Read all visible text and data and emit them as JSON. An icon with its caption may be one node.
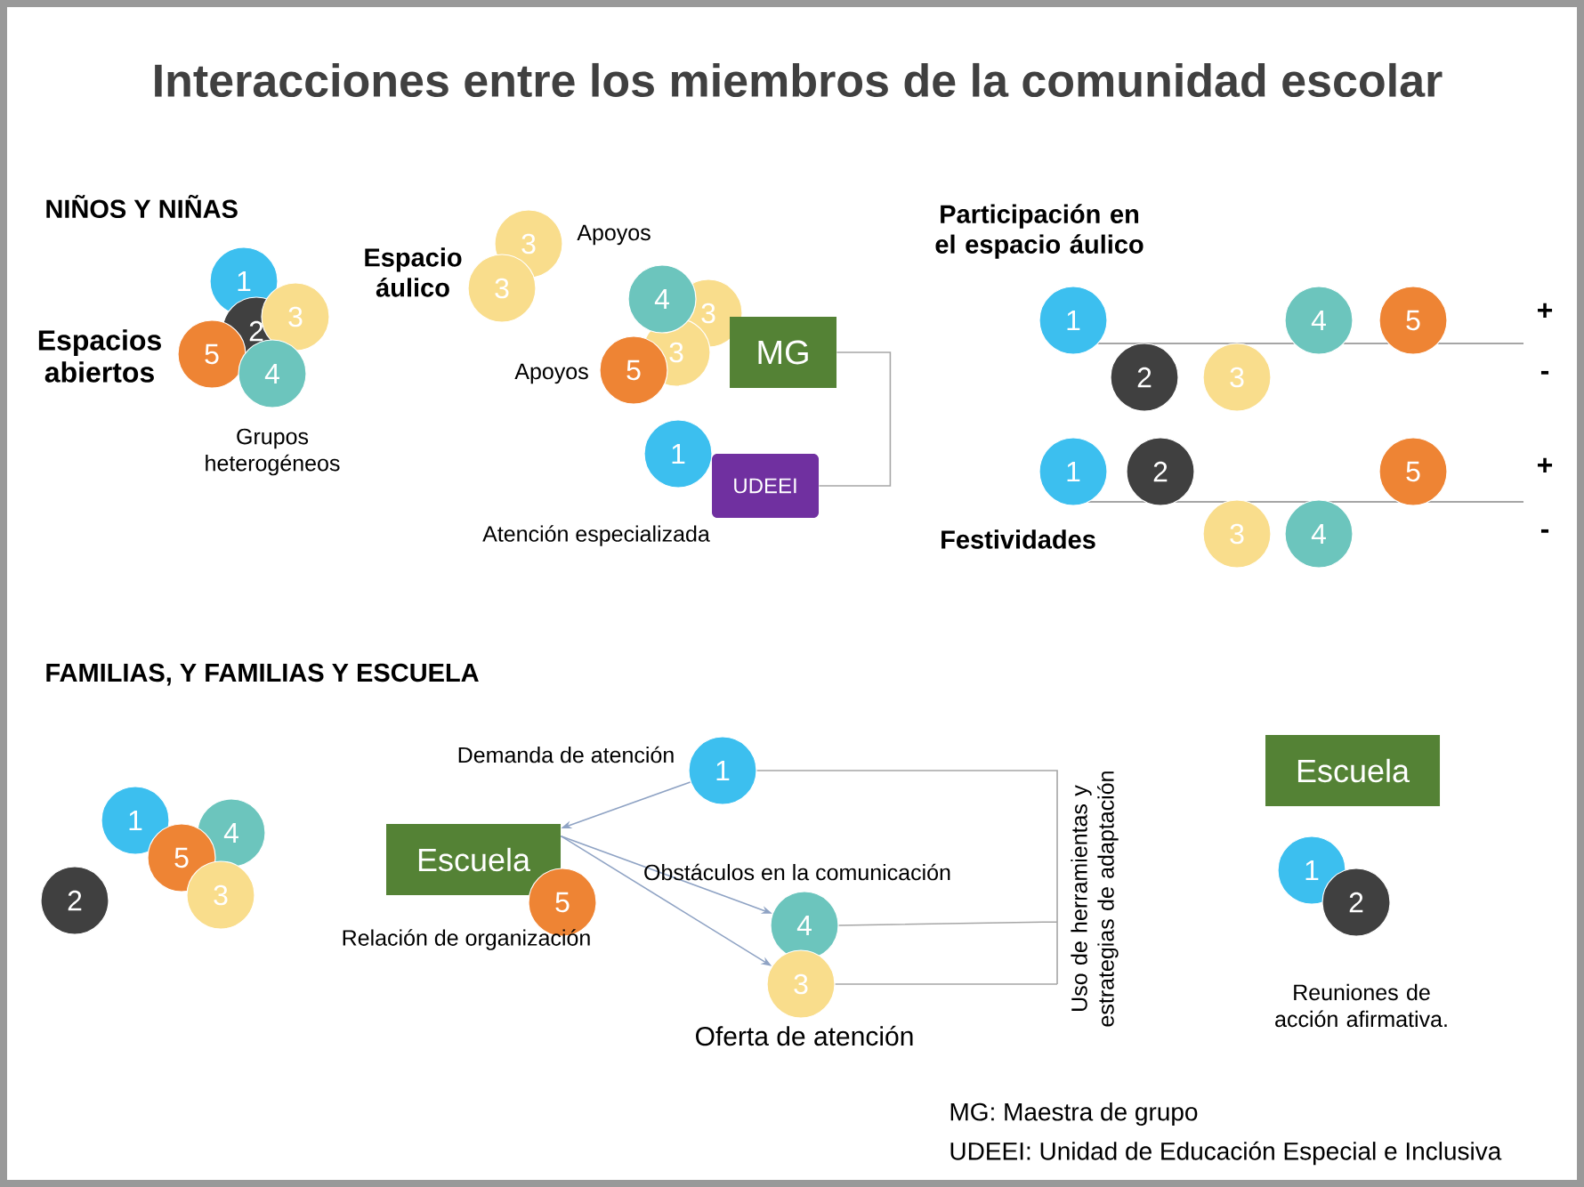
{
  "diagram": {
    "title": "Interacciones entre los miembros de la comunidad escolar",
    "nodes": [
      {
        "text": [
          "1"
        ]
      },
      {
        "text": [
          "2"
        ]
      },
      {
        "text": [
          "3"
        ]
      },
      {
        "text": [
          "5"
        ]
      },
      {
        "text": [
          "4"
        ]
      },
      {
        "text": [
          "3"
        ]
      },
      {
        "text": [
          "3"
        ]
      },
      {
        "text": [
          "3"
        ]
      },
      {
        "text": [
          "3"
        ]
      },
      {
        "text": [
          "4"
        ]
      },
      {
        "text": [
          "5"
        ]
      },
      {
        "text": [
          "MG"
        ]
      },
      {
        "text": [
          "1"
        ]
      },
      {
        "text": [
          "UDEEI"
        ]
      },
      {
        "text": [
          "1"
        ]
      },
      {
        "text": [
          "4"
        ]
      },
      {
        "text": [
          "5"
        ]
      },
      {
        "text": [
          "2"
        ]
      },
      {
        "text": [
          "3"
        ]
      },
      {
        "text": [
          "1"
        ]
      },
      {
        "text": [
          "2"
        ]
      },
      {
        "text": [
          "5"
        ]
      },
      {
        "text": [
          "3"
        ]
      },
      {
        "text": [
          "4"
        ]
      },
      {
        "text": [
          "1"
        ]
      },
      {
        "text": [
          "4"
        ]
      },
      {
        "text": [
          "5"
        ]
      },
      {
        "text": [
          "3"
        ]
      },
      {
        "text": [
          "2"
        ]
      },
      {
        "text": [
          "1"
        ]
      },
      {
        "text": [
          "Escuela"
        ]
      },
      {
        "text": [
          "5"
        ]
      },
      {
        "text": [
          "4"
        ]
      },
      {
        "text": [
          "3"
        ]
      },
      {
        "text": [
          "Escuela"
        ]
      },
      {
        "text": [
          "1"
        ]
      },
      {
        "text": [
          "2"
        ]
      }
    ],
    "edges": [
      {
        "from": 11,
        "to": 13,
        "arrow": "none"
      },
      {
        "from": 29,
        "to": 30,
        "arrow": "to"
      },
      {
        "from": 30,
        "to": 32,
        "arrow": "to"
      },
      {
        "from": 30,
        "to": 33,
        "arrow": "to"
      }
    ],
    "labels": [
      "NIÑOS Y NIÑAS",
      "Espacio áulico",
      "Apoyos",
      "Participación en el espacio áulico",
      "+",
      "Espacios abiertos",
      "Apoyos",
      "-",
      "Grupos heterogéneos",
      "+",
      "Atención especializada",
      "Festividades",
      "-",
      "FAMILIAS, Y FAMILIAS Y ESCUELA",
      "Demanda de atención",
      "Uso de herramientas y estrategias de adaptación",
      "Obstáculos en la comunicación",
      "Relación de organización",
      "Oferta de atención",
      "Reuniones de acción afirmativa.",
      "MG: Maestra de grupo",
      "UDEEI: Unidad de Educación Especial e Inclusiva"
    ]
  }
}
